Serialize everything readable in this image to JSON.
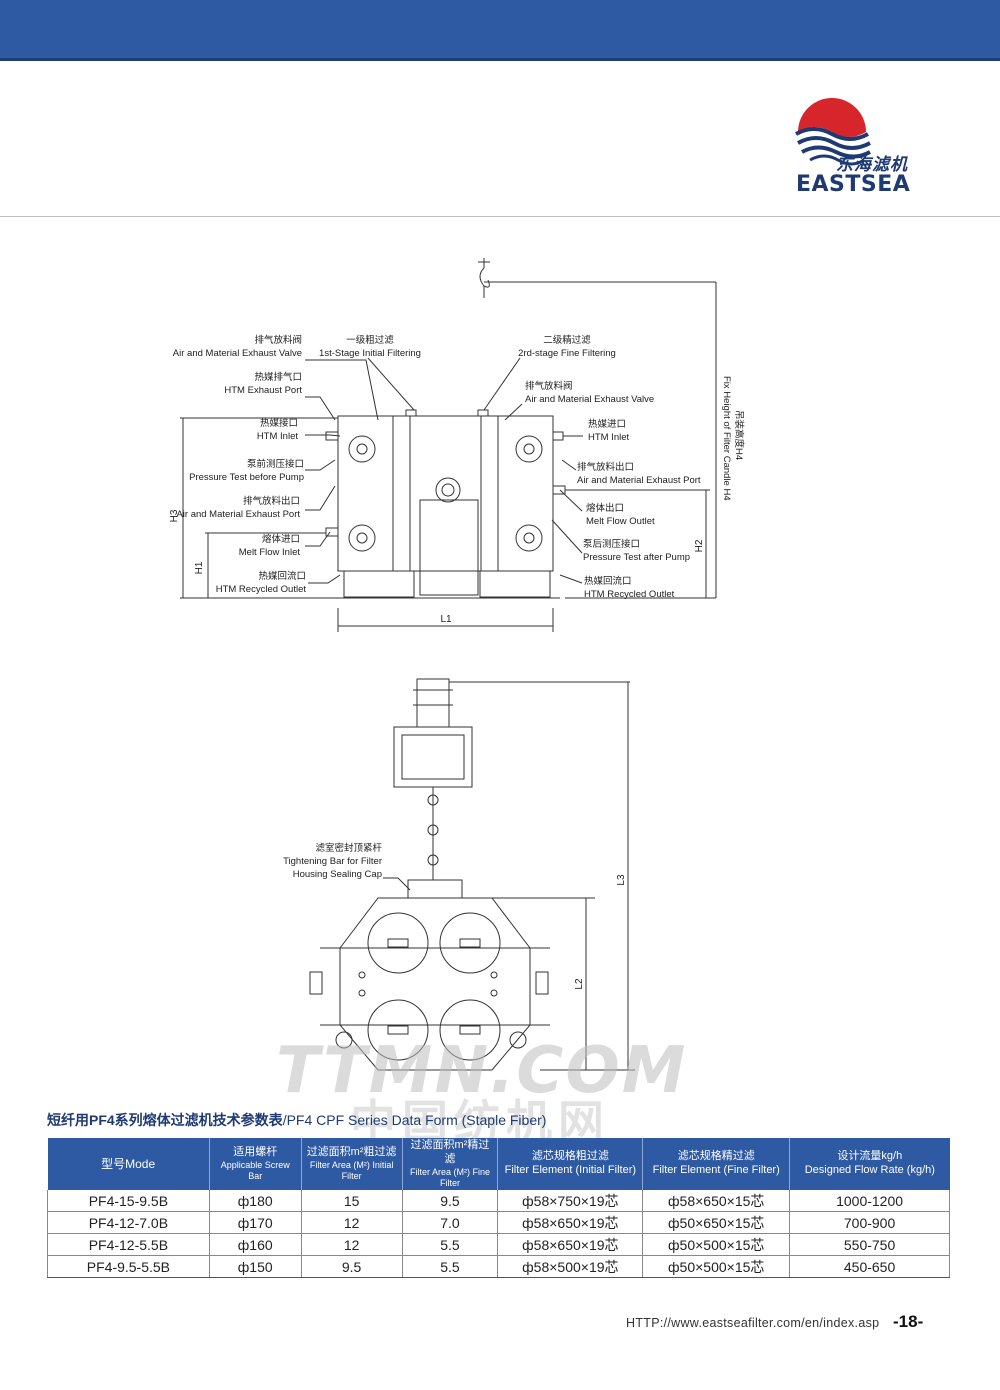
{
  "brand": {
    "name_cn": "东海滤机",
    "name_en": "EASTSEA",
    "logo_colors": {
      "red": "#d7262b",
      "blue": "#1f3a72"
    }
  },
  "diagram_top": {
    "left_labels": [
      {
        "cn": "排气放料阀",
        "en": "Air and Material Exhaust Valve"
      },
      {
        "cn": "热媒排气口",
        "en": "HTM Exhaust Port"
      },
      {
        "cn": "热媒接口",
        "en": "HTM Inlet"
      },
      {
        "cn": "泵前测压接口",
        "en": "Pressure Test before Pump"
      },
      {
        "cn": "排气放料出口",
        "en": "Air and Material Exhaust Port"
      },
      {
        "cn": "熔体进口",
        "en": "Melt Flow Inlet"
      },
      {
        "cn": "热媒回流口",
        "en": "HTM Recycled Outlet"
      }
    ],
    "top_labels": [
      {
        "cn": "一级粗过滤",
        "en": "1st-Stage Initial Filtering"
      },
      {
        "cn": "二级精过滤",
        "en": "2rd-stage Fine Filtering"
      }
    ],
    "right_labels": [
      {
        "cn": "排气放料阀",
        "en": "Air and Material Exhaust Valve"
      },
      {
        "cn": "热媒进口",
        "en": "HTM Inlet"
      },
      {
        "cn": "排气放料出口",
        "en": "Air and Material Exhaust Port"
      },
      {
        "cn": "熔体出口",
        "en": "Melt Flow Outlet"
      },
      {
        "cn": "泵后测压接口",
        "en": "Pressure Test after Pump"
      },
      {
        "cn": "热媒回流口",
        "en": "HTM Recycled Outlet"
      }
    ],
    "vertical_label_cn": "吊装高度H4",
    "vertical_label_en": "Fix Height of Filter Candle H4",
    "dims": {
      "h3": "H3",
      "h1": "H1",
      "h2": "H2",
      "l1": "L1"
    }
  },
  "diagram_bottom": {
    "label": {
      "cn": "滤室密封顶紧杆",
      "en1": "Tightening Bar for Filter",
      "en2": "Housing Sealing Cap"
    },
    "dims": {
      "l3": "L3",
      "l2": "L2"
    }
  },
  "watermark": {
    "text": "TTMN.COM",
    "cn": "中国纺机网"
  },
  "table": {
    "title_cn": "短纤用PF4系列熔体过滤机技术参数表",
    "title_en": "/PF4 CPF Series Data Form (Staple Fiber)",
    "headers": [
      {
        "cn": "型号Mode",
        "en": ""
      },
      {
        "cn": "适用螺杆",
        "en": "Applicable Screw Bar"
      },
      {
        "cn": "过滤面积m²粗过滤",
        "en": "Filter Area (M²) Initial Filter"
      },
      {
        "cn": "过滤面积m²精过滤",
        "en": "Filter Area (M²) Fine Filter"
      },
      {
        "cn": "滤芯规格粗过滤",
        "en": "Filter Element (Initial Filter)"
      },
      {
        "cn": "滤芯规格精过滤",
        "en": "Filter Element (Fine Filter)"
      },
      {
        "cn": "设计流量kg/h",
        "en": "Designed Flow Rate (kg/h)"
      }
    ],
    "rows": [
      [
        "PF4-15-9.5B",
        "ф180",
        "15",
        "9.5",
        "ф58×750×19芯",
        "ф58×650×15芯",
        "1000-1200"
      ],
      [
        "PF4-12-7.0B",
        "ф170",
        "12",
        "7.0",
        "ф58×650×19芯",
        "ф50×650×15芯",
        "700-900"
      ],
      [
        "PF4-12-5.5B",
        "ф160",
        "12",
        "5.5",
        "ф58×650×19芯",
        "ф50×500×15芯",
        "550-750"
      ],
      [
        "PF4-9.5-5.5B",
        "ф150",
        "9.5",
        "5.5",
        "ф58×500×19芯",
        "ф50×500×15芯",
        "450-650"
      ]
    ]
  },
  "footer": {
    "url": "HTTP://www.eastseafilter.com/en/index.asp",
    "page": "-18-"
  }
}
